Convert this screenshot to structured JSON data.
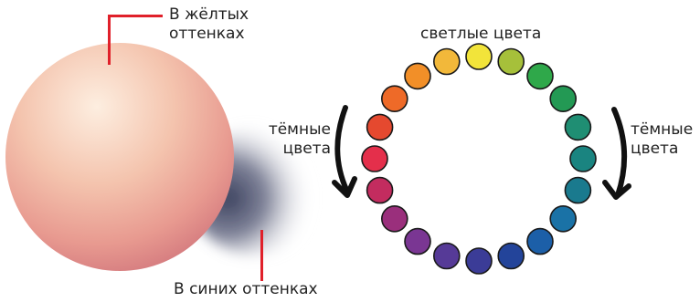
{
  "labels": {
    "yellow_tones": [
      "В жёлтых",
      "оттенках"
    ],
    "blue_tones": "В синих оттенках",
    "light_colors": "светлые цвета",
    "dark_colors_left": [
      "тёмные",
      "цвета"
    ],
    "dark_colors_right": [
      "тёмные",
      "цвета"
    ]
  },
  "colors": {
    "callout_line": "#e0202a",
    "arrow": "#111111",
    "sphere_light": "#fdeee0",
    "sphere_mid": "#f2b8a4",
    "sphere_dark": "#d67d80",
    "shadow": "#2e3553",
    "wheel_outline": "#1a1a1a"
  },
  "color_wheel": [
    "#f2e43a",
    "#a6c03a",
    "#2fa84a",
    "#239954",
    "#1f8e73",
    "#1a8480",
    "#1a7a8e",
    "#1a72a6",
    "#1c5fa8",
    "#23449a",
    "#3b3c97",
    "#563a97",
    "#7a3693",
    "#9a2f7c",
    "#c32c5f",
    "#e42f4b",
    "#e5492f",
    "#ee6a28",
    "#f28f28",
    "#f2b83a"
  ]
}
